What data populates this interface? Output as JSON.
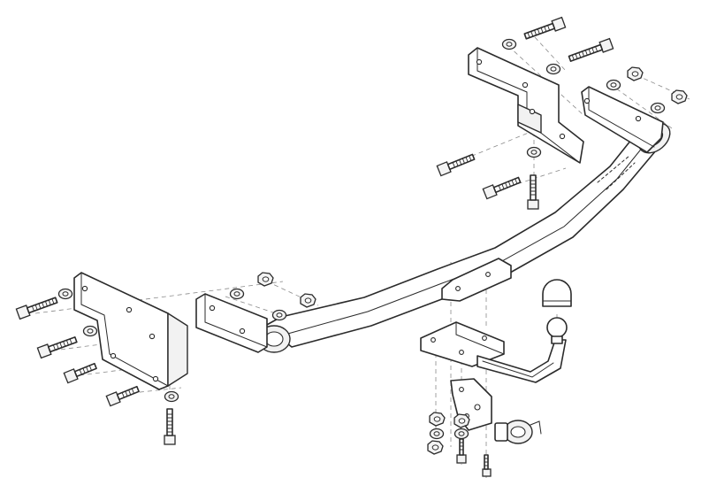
{
  "diagram": {
    "type": "exploded-assembly-drawing",
    "parts": [
      {
        "name": "main-crossbar-tube"
      },
      {
        "name": "left-side-bracket"
      },
      {
        "name": "right-side-bracket"
      },
      {
        "name": "upper-right-mounting-plate"
      },
      {
        "name": "center-tow-plate"
      },
      {
        "name": "gooseneck-tow-arm"
      },
      {
        "name": "tow-ball"
      },
      {
        "name": "ball-cover-cap"
      },
      {
        "name": "socket-bracket"
      },
      {
        "name": "electrical-socket"
      },
      {
        "name": "bolt-set"
      },
      {
        "name": "nut-washer-set"
      }
    ]
  },
  "palette": {
    "line": "#2b2b2b",
    "guide": "#8a8a8a",
    "background": "#ffffff"
  }
}
